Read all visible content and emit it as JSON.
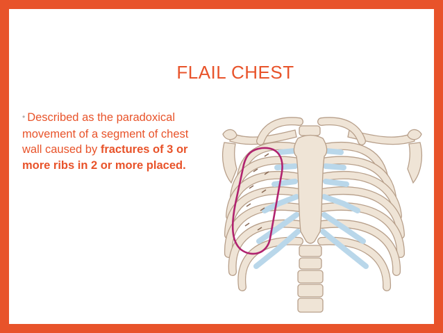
{
  "slide": {
    "title": "FLAIL CHEST",
    "bullet_text": "Described as the paradoxical movement of a segment of chest wall caused by",
    "bullet_bold": "fractures of 3 or more ribs in 2 or more placed.",
    "colors": {
      "accent": "#e8532a",
      "bone": "#efe4d6",
      "bone_outline": "#b79f8a",
      "cartilage": "#b9d7ea",
      "highlight": "#b0226f"
    }
  }
}
